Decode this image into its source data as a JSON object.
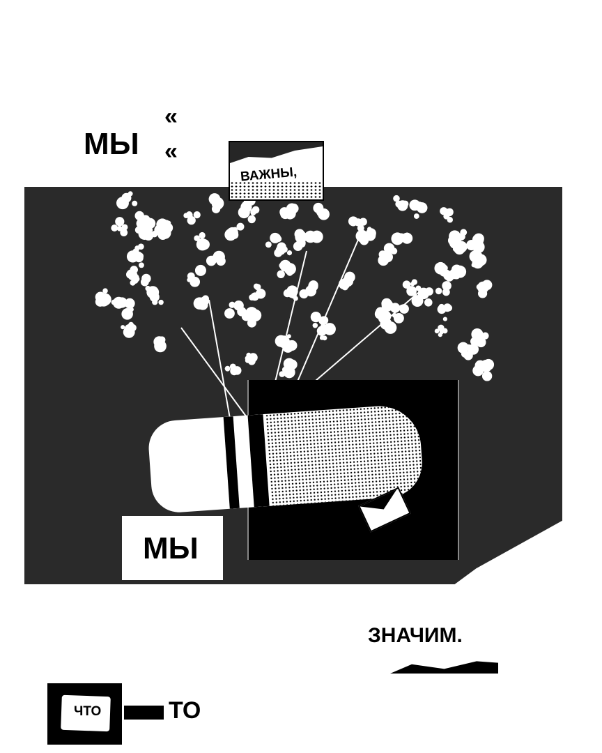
{
  "poster": {
    "word_1": "МЫ",
    "quote_marks": "«",
    "word_2": "ВАЖНЫ,",
    "word_3": "МЫ",
    "word_4": "ЗНАЧИМ.",
    "word_5": "ЧТО",
    "word_6": "ТО"
  },
  "colors": {
    "panel": "#2a2a2a",
    "ink": "#000000",
    "paper": "#ffffff"
  }
}
